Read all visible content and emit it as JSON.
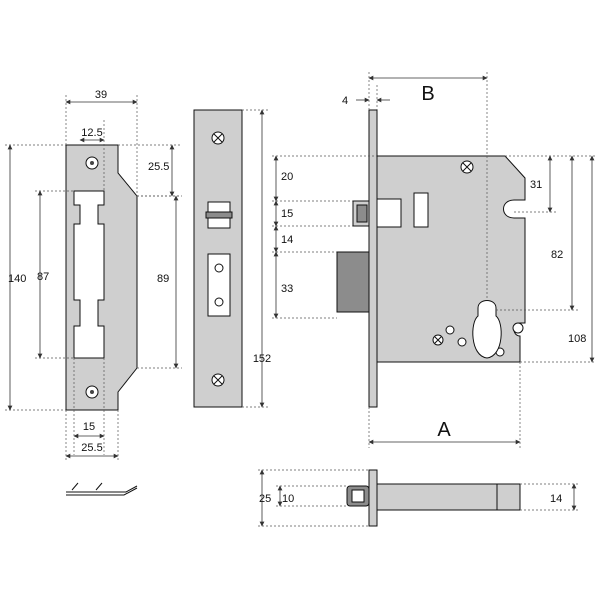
{
  "labels": {
    "strike_width": "39",
    "strike_offset": "12.5",
    "strike_top": "25.5",
    "strike_height": "140",
    "strike_inner_left": "87",
    "strike_inner_right": "89",
    "strike_bottom_inner": "15",
    "strike_bottom_outer": "25.5",
    "faceplate_thickness": "4",
    "backset_b": "B",
    "case_depth_a": "A",
    "forend_height": "152",
    "case_20": "20",
    "case_15": "15",
    "case_14": "14",
    "case_33": "33",
    "case_31": "31",
    "case_82": "82",
    "case_108": "108",
    "side_25": "25",
    "side_10": "10",
    "side_14": "14"
  },
  "colors": {
    "metal": "#cfcfcf",
    "line": "#111111",
    "dashed": "#555555"
  }
}
